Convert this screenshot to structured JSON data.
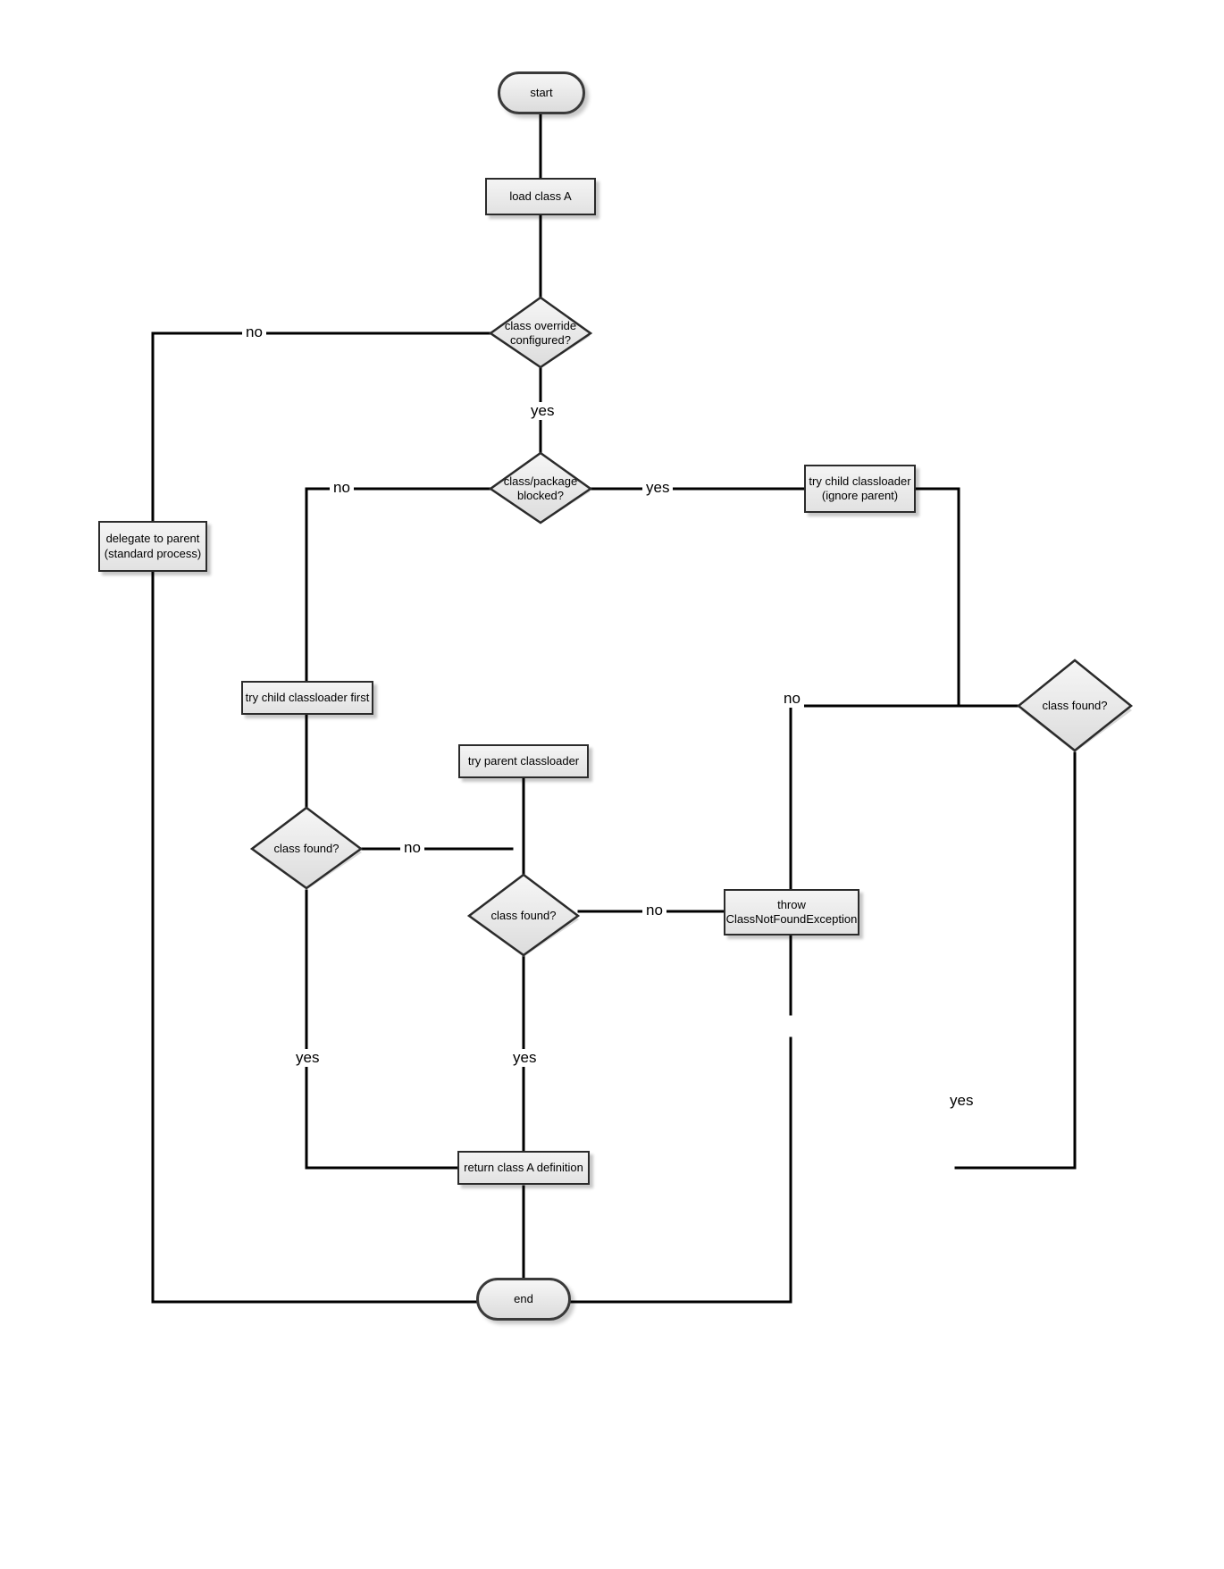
{
  "diagram": {
    "title": "Java classloader class-loading decision flowchart",
    "background_color": "#ffffff",
    "node_fill_top": "#f4f4f4",
    "node_fill_bottom": "#e2e2e2",
    "node_border_color": "#2b2b2b",
    "line_color": "#000000"
  },
  "nodes": {
    "start": {
      "label": "start",
      "shape": "terminator"
    },
    "load_class": {
      "label": "load class A",
      "shape": "process"
    },
    "override_decision": {
      "label": "class override\nconfigured?",
      "shape": "decision"
    },
    "delegate_parent": {
      "label": "delegate to parent\n(standard process)",
      "shape": "process"
    },
    "blocked_decision": {
      "label": "class/package\nblocked?",
      "shape": "decision"
    },
    "try_child_ignore_parent": {
      "label": "try child classloader\n(ignore parent)",
      "shape": "process"
    },
    "found_right": {
      "label": "class found?",
      "shape": "decision"
    },
    "try_child_first": {
      "label": "try child classloader first",
      "shape": "process"
    },
    "found_mid_upper": {
      "label": "class found?",
      "shape": "decision"
    },
    "try_parent": {
      "label": "try parent classloader",
      "shape": "process"
    },
    "found_mid_lower": {
      "label": "class found?",
      "shape": "decision"
    },
    "throw_exception": {
      "label": "throw\nClassNotFoundException",
      "shape": "process"
    },
    "return_definition": {
      "label": "return class A definition",
      "shape": "process"
    },
    "end": {
      "label": "end",
      "shape": "terminator"
    }
  },
  "edge_labels": {
    "override_no": "no",
    "override_yes": "yes",
    "blocked_no": "no",
    "blocked_yes": "yes",
    "found_right_no": "no",
    "found_right_yes": "yes",
    "found_mid_upper_no": "no",
    "found_mid_upper_yes": "yes",
    "found_mid_lower_no": "no",
    "found_mid_lower_yes": "yes"
  }
}
